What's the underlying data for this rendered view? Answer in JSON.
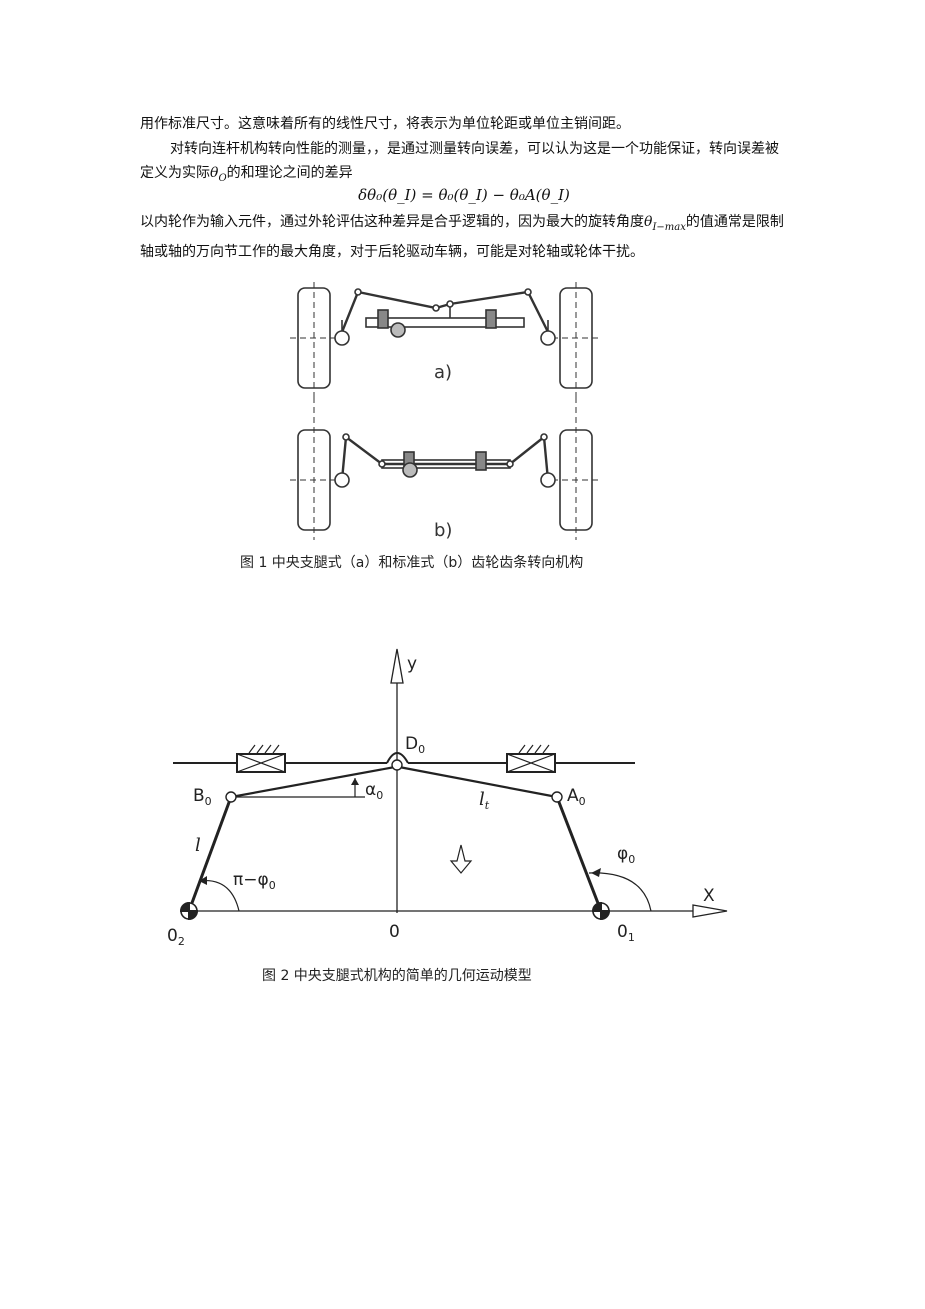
{
  "text": {
    "para1": "用作标准尺寸。这意味着所有的线性尺寸，将表示为单位轮距或单位主销间距。",
    "para2_a": "对转向连杆机构转向性能的测量，，是通过测量转向误差，可以认为这是一个功能保证，转向误差被定义为实际",
    "para2_sym": "θ",
    "para2_sym_sub": "O",
    "para2_b": "的和理论之间的差异",
    "equation": "δθ₀(θ_I) = θ₀(θ_I) − θ₀A(θ_I)",
    "para3_a": "以内轮作为输入元件，通过外轮评估这种差异是合乎逻辑的，因为最大的旋转角度",
    "para3_sym": "θ",
    "para3_sym_sub": "I−max",
    "para3_b": "的值通常是限制轴或轴的万向节工作的最大角度，对于后轮驱动车辆，可能是对轮轴或轮体干扰。"
  },
  "figure1": {
    "label_a": "a)",
    "label_b": "b)",
    "caption": "图 1  中央支腿式（a）和标准式（b）齿轮齿条转向机构"
  },
  "figure2": {
    "axis_y": "y",
    "axis_x": "X",
    "D0": "D",
    "B0": "B",
    "A0": "A",
    "O": "0",
    "O1": "0",
    "O2": "0",
    "sub0": "0",
    "sub1": "1",
    "sub2": "2",
    "alpha": "α",
    "lt": "l",
    "lt_sub": "t",
    "l": "l",
    "pi_phi": "π−φ",
    "phi": "φ",
    "caption": "图 2  中央支腿式机构的简单的几何运动模型"
  },
  "colors": {
    "ink": "#222222",
    "tire": "#444444"
  }
}
